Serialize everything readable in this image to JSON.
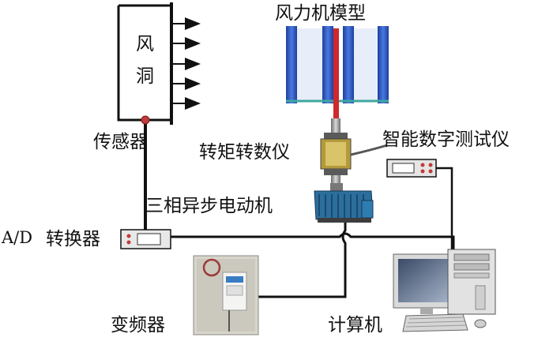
{
  "labels": {
    "wind_tunnel_1": "风",
    "wind_tunnel_2": "洞",
    "turbine_model": "风力机模型",
    "sensor": "传感器",
    "torque_meter": "转矩转数仪",
    "digital_tester": "智能数字测试仪",
    "motor": "三相异步电动机",
    "ad_converter_prefix": "A/D",
    "ad_converter_suffix": "转换器",
    "inverter": "变频器",
    "computer": "计算机"
  },
  "colors": {
    "line": "#111111",
    "blade_blue": "#2a55c8",
    "shaft_red": "#d0282c",
    "motor_blue": "#2c6e9c",
    "sensor_red": "#c23a3a"
  }
}
